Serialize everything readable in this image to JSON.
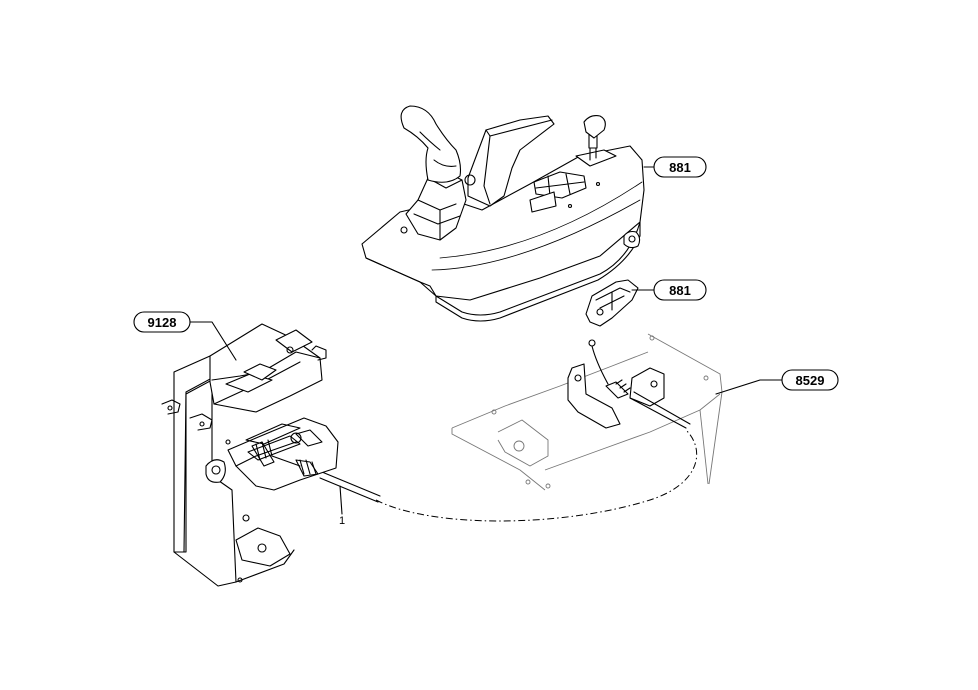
{
  "callouts": [
    {
      "id": "console",
      "label": "881"
    },
    {
      "id": "bracket-small",
      "label": "881"
    },
    {
      "id": "pedal-frame",
      "label": "9128"
    },
    {
      "id": "cab-floor",
      "label": "8529"
    }
  ],
  "item_label": "1",
  "colors": {
    "line": "#000000",
    "ghost": "#777777",
    "background": "#ffffff"
  }
}
